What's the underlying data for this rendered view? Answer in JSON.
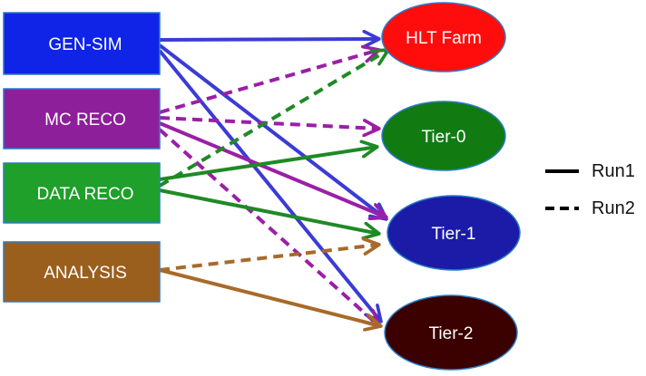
{
  "sources": [
    {
      "id": "gen-sim",
      "label": "GEN-SIM",
      "fill": "#0f24e6",
      "stroke": "#2a7cc7"
    },
    {
      "id": "mc-reco",
      "label": "MC RECO",
      "fill": "#8e1f9a",
      "stroke": "#2a7cc7"
    },
    {
      "id": "data-reco",
      "label": "DATA RECO",
      "fill": "#1ea02a",
      "stroke": "#2a7cc7"
    },
    {
      "id": "analysis",
      "label": "ANALYSIS",
      "fill": "#9a5f1d",
      "stroke": "#2a7cc7"
    }
  ],
  "targets": [
    {
      "id": "hlt-farm",
      "label": "HLT Farm",
      "fill": "#ff0d0d"
    },
    {
      "id": "tier-0",
      "label": "Tier-0",
      "fill": "#117b12"
    },
    {
      "id": "tier-1",
      "label": "Tier-1",
      "fill": "#1b1ba8"
    },
    {
      "id": "tier-2",
      "label": "Tier-2",
      "fill": "#3b0000"
    }
  ],
  "edges": [
    {
      "from": "gen-sim",
      "to": "hlt-farm",
      "style": "solid",
      "color": "#3b3bd6"
    },
    {
      "from": "gen-sim",
      "to": "tier-1",
      "style": "solid",
      "color": "#3b3bd6"
    },
    {
      "from": "gen-sim",
      "to": "tier-2",
      "style": "solid",
      "color": "#3b3bd6"
    },
    {
      "from": "mc-reco",
      "to": "hlt-farm",
      "style": "dashed",
      "color": "#9b1fa6"
    },
    {
      "from": "mc-reco",
      "to": "tier-0",
      "style": "dashed",
      "color": "#9b1fa6"
    },
    {
      "from": "mc-reco",
      "to": "tier-1",
      "style": "solid",
      "color": "#9b1fa6"
    },
    {
      "from": "mc-reco",
      "to": "tier-2",
      "style": "dashed",
      "color": "#9b1fa6"
    },
    {
      "from": "data-reco",
      "to": "hlt-farm",
      "style": "dashed",
      "color": "#1f8a25"
    },
    {
      "from": "data-reco",
      "to": "tier-0",
      "style": "solid",
      "color": "#1f8a25"
    },
    {
      "from": "data-reco",
      "to": "tier-1",
      "style": "solid",
      "color": "#1f8a25"
    },
    {
      "from": "analysis",
      "to": "tier-1",
      "style": "dashed",
      "color": "#a86a2a"
    },
    {
      "from": "analysis",
      "to": "tier-2",
      "style": "solid",
      "color": "#a86a2a"
    }
  ],
  "legend": [
    {
      "label": "Run1",
      "style": "solid"
    },
    {
      "label": "Run2",
      "style": "dashed"
    }
  ]
}
